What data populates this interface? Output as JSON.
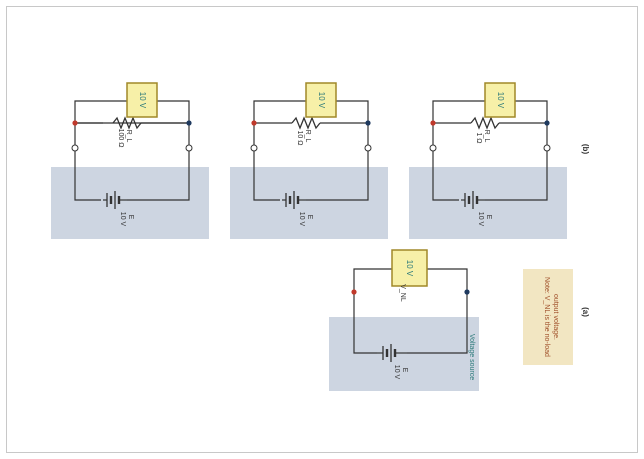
{
  "colors": {
    "source_panel": "#cdd5e1",
    "meter_fill": "#f7f0a8",
    "meter_border": "#a08828",
    "meter_text": "#2c7a7a",
    "plus_terminal": "#c0392b",
    "minus_terminal": "#1f3a5f",
    "wire": "#333333",
    "note_bg": "#f2e6c2",
    "note_text": "#a0502a",
    "label_teal": "#2c7a7a"
  },
  "panel_a": {
    "meter_reading": "10 V",
    "meter_label": "V_NL",
    "battery_label": "E",
    "battery_value": "10 V",
    "source_caption": "Voltage source",
    "note_line1": "Note: V_NL is the no-load",
    "note_line2": "output voltage.",
    "caption": "(a)"
  },
  "panel_b": {
    "caption": "(b)",
    "circuits": [
      {
        "meter_reading": "10 V",
        "battery_label": "E",
        "battery_value": "10 V",
        "resistor_label": "R_L",
        "resistor_value": "100 Ω"
      },
      {
        "meter_reading": "10 V",
        "battery_label": "E",
        "battery_value": "10 V",
        "resistor_label": "R_L",
        "resistor_value": "10 Ω"
      },
      {
        "meter_reading": "10 V",
        "battery_label": "E",
        "battery_value": "10 V",
        "resistor_label": "R_L",
        "resistor_value": "1 Ω"
      }
    ]
  }
}
